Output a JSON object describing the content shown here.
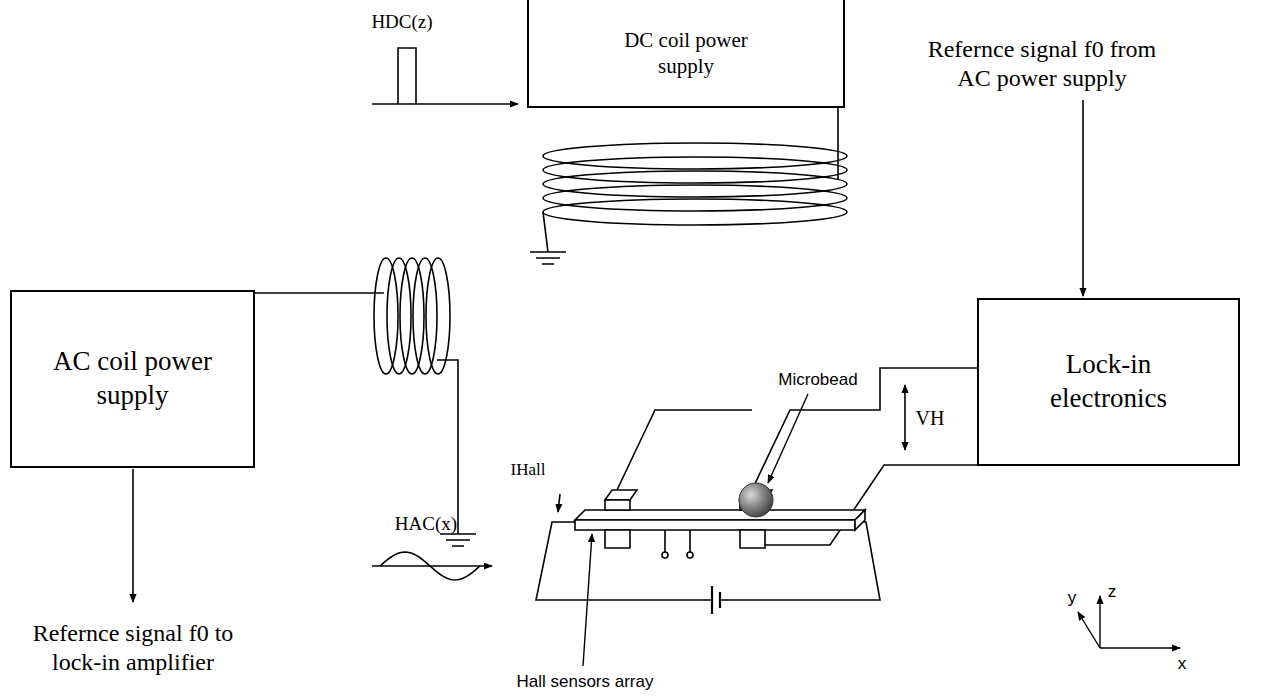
{
  "diagram": {
    "nodes": [
      {
        "text": [
          "DC coil power supply"
        ]
      },
      {
        "text": [
          "AC coil power supply"
        ]
      },
      {
        "text": [
          "Lock-in electronics"
        ]
      }
    ],
    "labels": [
      "HDC(z)",
      "Refernce signal f0 from AC power supply",
      "Microbead",
      "VH",
      "IHall",
      "HAC(x)",
      "Refernce signal f0 to lock-in amplifier",
      "Hall sensors array",
      "y",
      "z",
      "x"
    ]
  }
}
